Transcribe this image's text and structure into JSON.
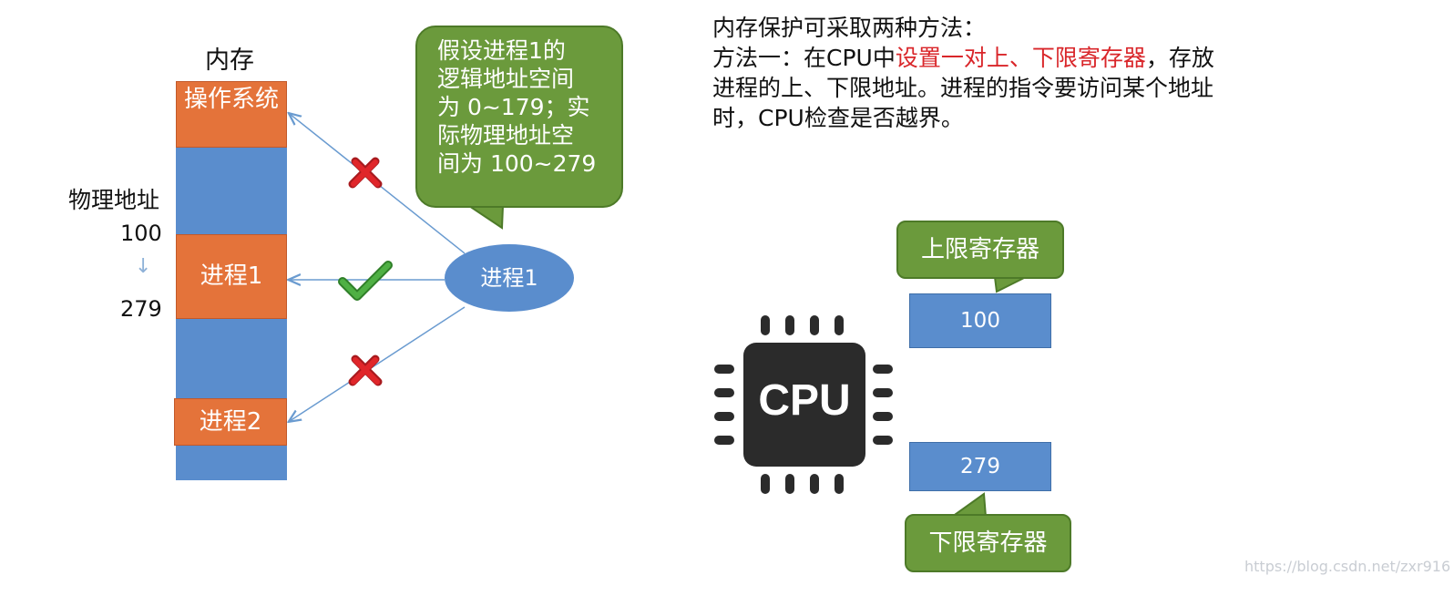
{
  "memory": {
    "title": "内存",
    "blocks": {
      "os": "操作系统",
      "proc1": "进程1",
      "proc2": "进程2"
    }
  },
  "physical_address": {
    "label": "物理地址",
    "start": "100",
    "end": "279",
    "arrow": "↓"
  },
  "bubble": {
    "lines": [
      "假设进程1的",
      "逻辑地址空间",
      "为 0~179；实",
      "际物理地址空",
      "间为 100~279"
    ]
  },
  "process": {
    "label": "进程1"
  },
  "description": {
    "line1": "内存保护可采取两种方法：",
    "line2_prefix": "方法一：在CPU中",
    "line2_highlight": "设置一对上、下限寄存器",
    "line2_suffix": "，存放",
    "line3": "进程的上、下限地址。进程的指令要访问某个地址",
    "line4": "时，CPU检查是否越界。"
  },
  "registers": {
    "upper_label": "上限寄存器",
    "upper_value": "100",
    "lower_label": "下限寄存器",
    "lower_value": "279"
  },
  "cpu": {
    "label": "CPU"
  },
  "watermark": "https://blog.csdn.net/zxr916",
  "colors": {
    "memory_blue": "#5a8dcd",
    "process_orange": "#e4733a",
    "bubble_green": "#6b9a3c",
    "highlight_red": "#d9262a",
    "check_green": "#3f9a35",
    "cross_red": "#e0262a"
  },
  "icons": {
    "check": "check-icon",
    "cross": "cross-icon",
    "cpu": "cpu-chip-icon"
  }
}
